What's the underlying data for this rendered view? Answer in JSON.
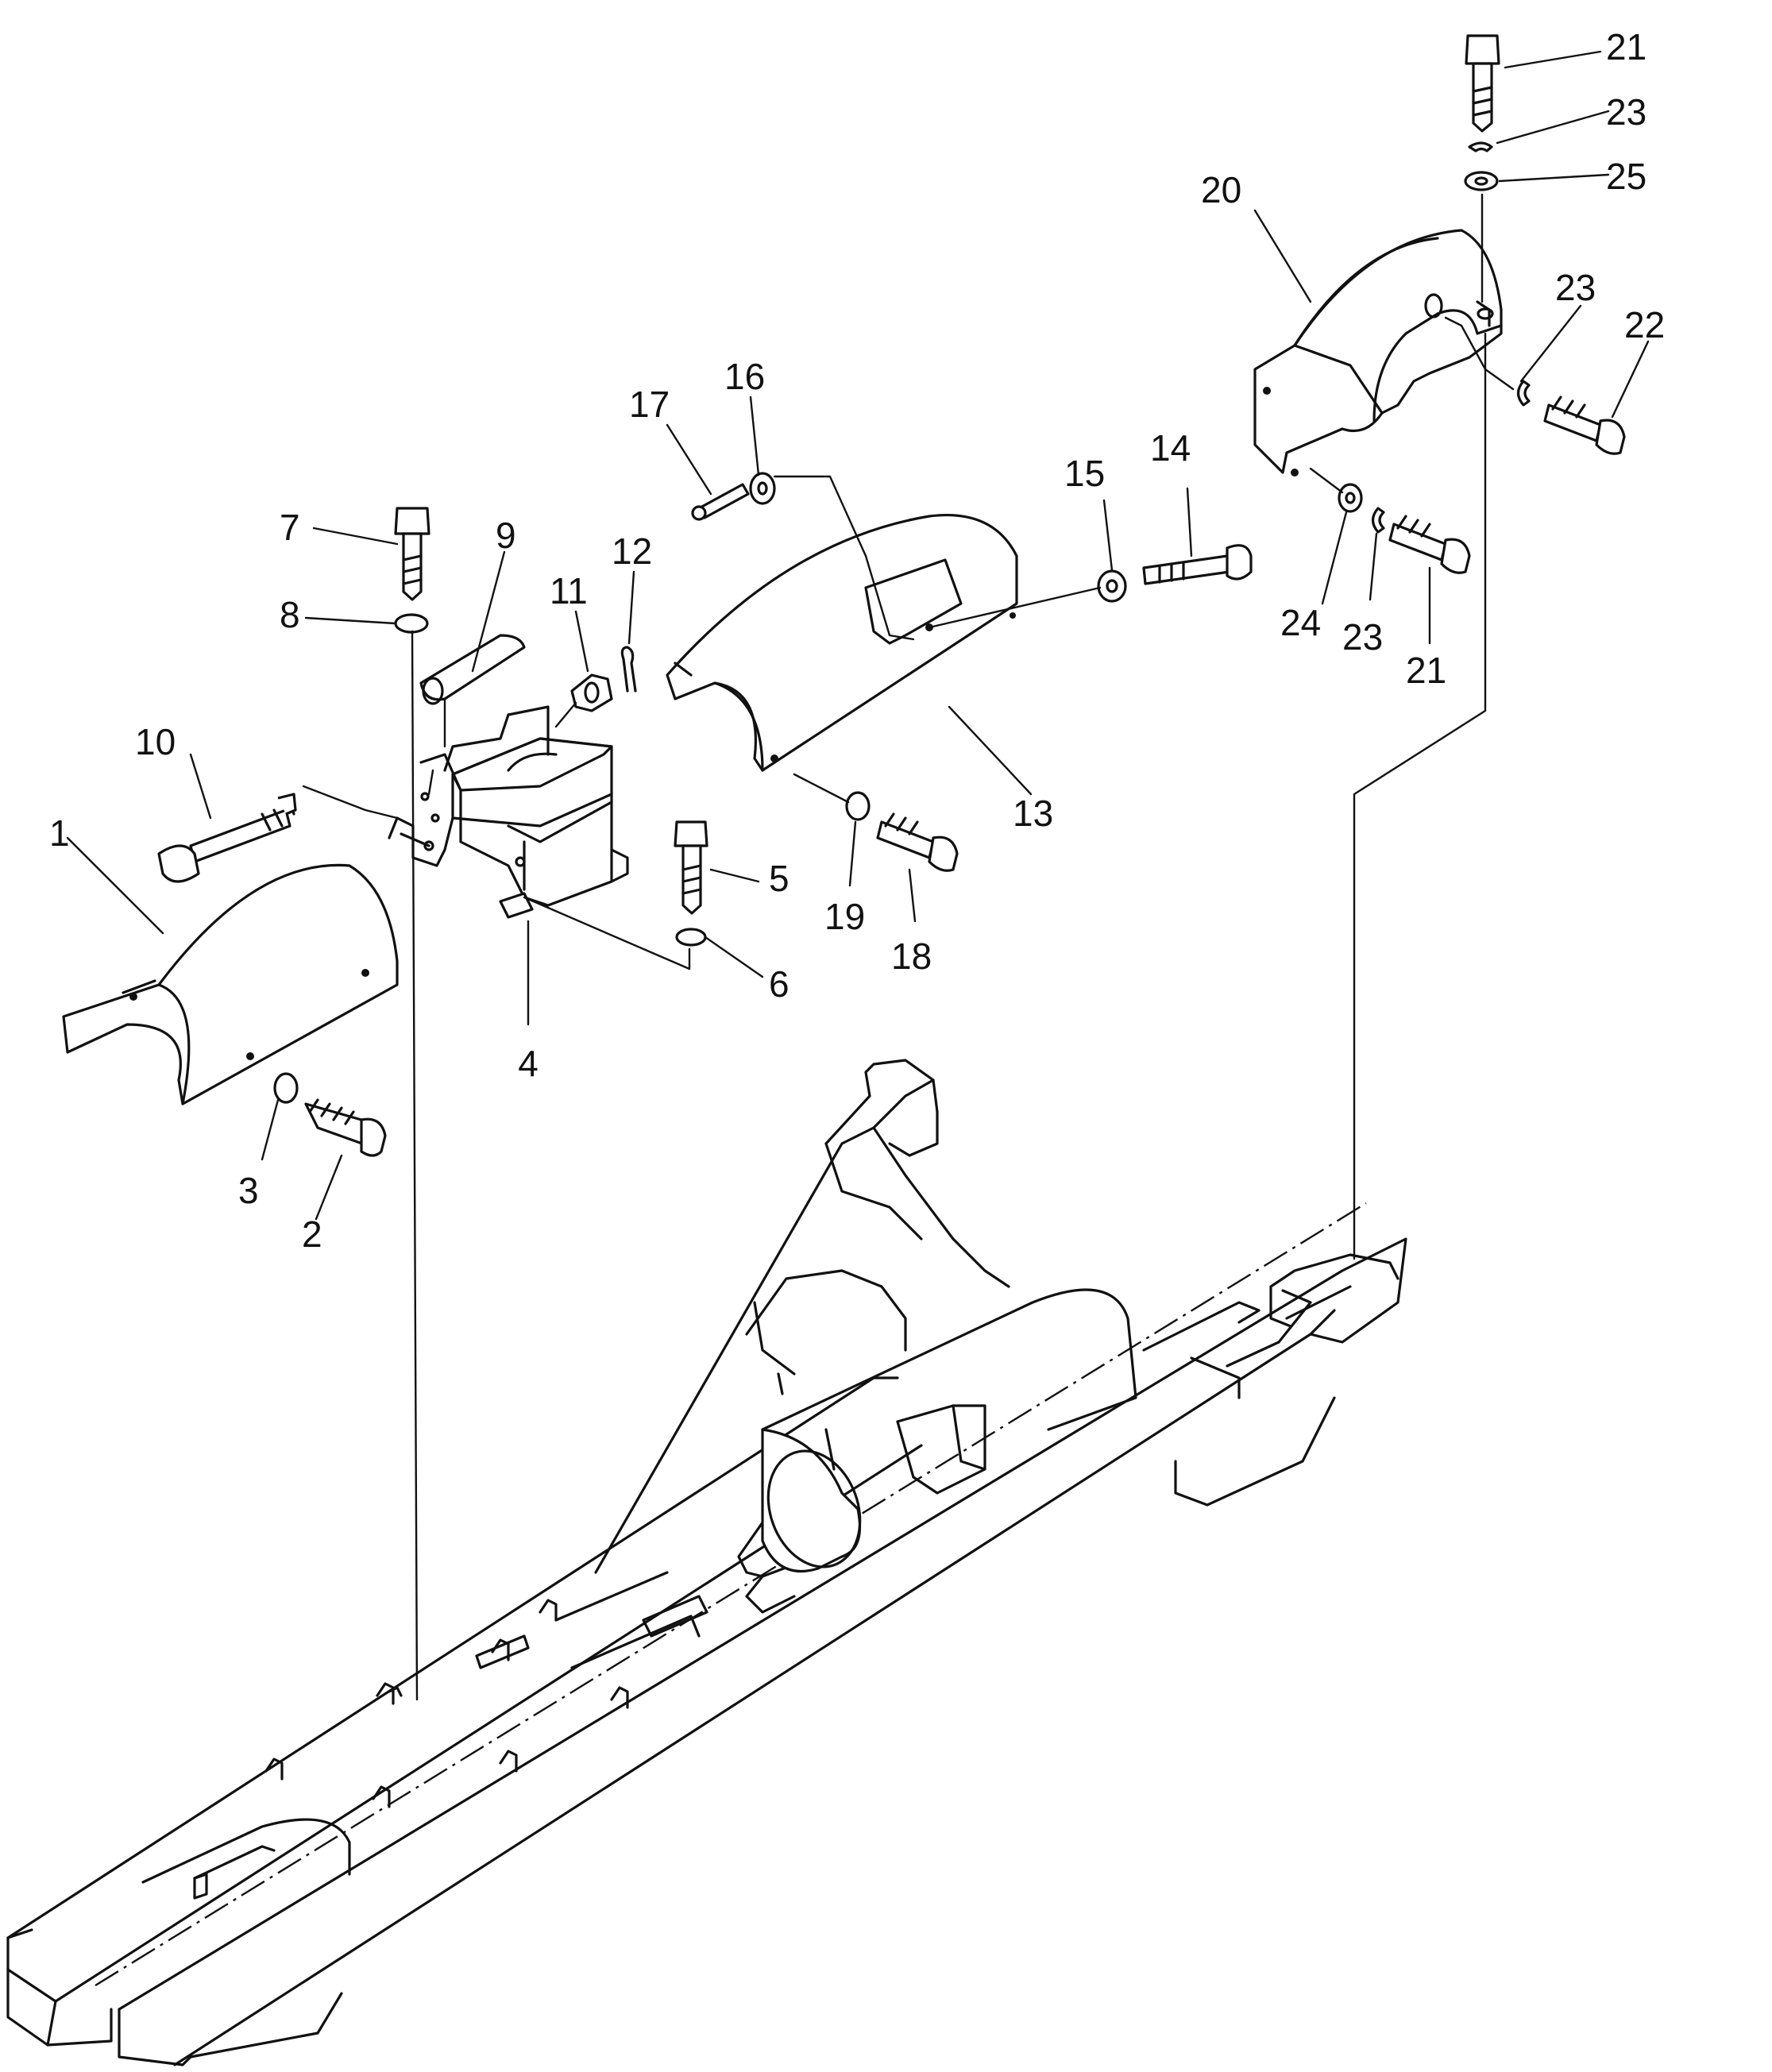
{
  "callouts": [
    {
      "id": "c1",
      "text": "1"
    },
    {
      "id": "c2",
      "text": "2"
    },
    {
      "id": "c3",
      "text": "3"
    },
    {
      "id": "c4",
      "text": "4"
    },
    {
      "id": "c5",
      "text": "5"
    },
    {
      "id": "c6",
      "text": "6"
    },
    {
      "id": "c7",
      "text": "7"
    },
    {
      "id": "c8",
      "text": "8"
    },
    {
      "id": "c9",
      "text": "9"
    },
    {
      "id": "c10",
      "text": "10"
    },
    {
      "id": "c11",
      "text": "11"
    },
    {
      "id": "c12",
      "text": "12"
    },
    {
      "id": "c13",
      "text": "13"
    },
    {
      "id": "c14",
      "text": "14"
    },
    {
      "id": "c15",
      "text": "15"
    },
    {
      "id": "c16",
      "text": "16"
    },
    {
      "id": "c17",
      "text": "17"
    },
    {
      "id": "c18",
      "text": "18"
    },
    {
      "id": "c19",
      "text": "19"
    },
    {
      "id": "c20",
      "text": "20"
    },
    {
      "id": "c21a",
      "text": "21"
    },
    {
      "id": "c21b",
      "text": "21"
    },
    {
      "id": "c22",
      "text": "22"
    },
    {
      "id": "c23a",
      "text": "23"
    },
    {
      "id": "c23b",
      "text": "23"
    },
    {
      "id": "c23c",
      "text": "23"
    },
    {
      "id": "c24",
      "text": "24"
    },
    {
      "id": "c25",
      "text": "25"
    }
  ]
}
